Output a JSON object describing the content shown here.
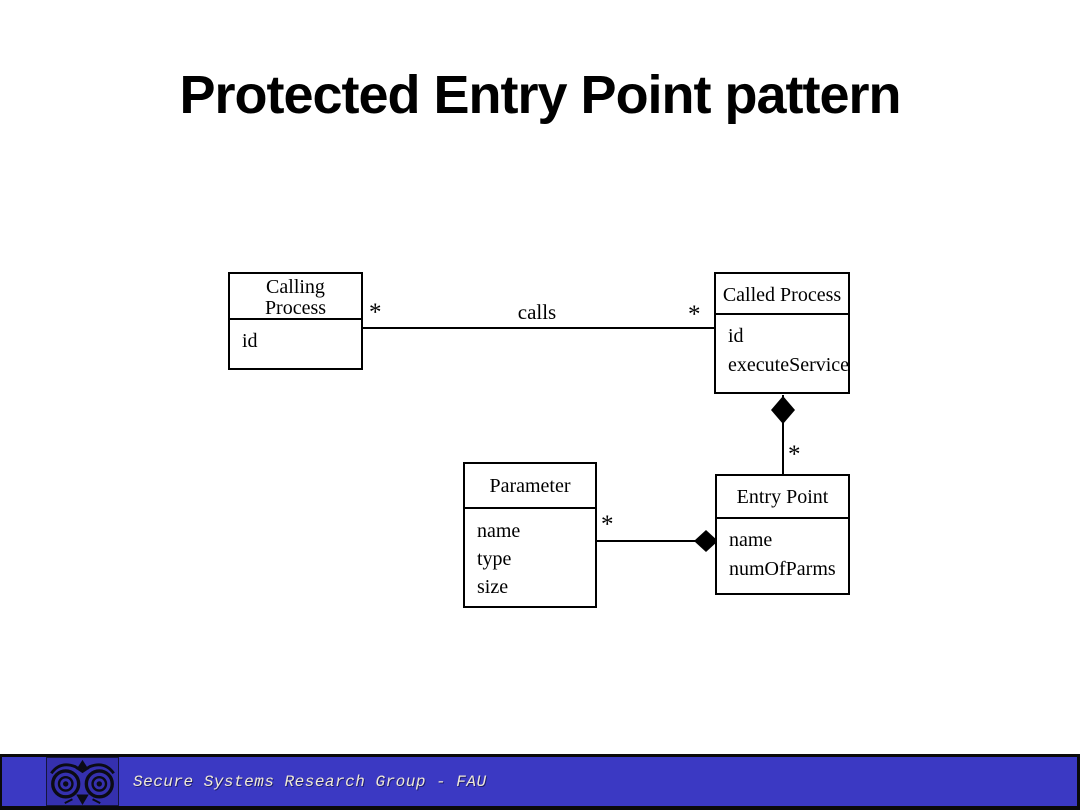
{
  "slide": {
    "title": "Protected Entry Point pattern"
  },
  "diagram": {
    "classes": [
      {
        "id": "calling-process",
        "name_lines": [
          "Calling",
          "Process"
        ],
        "attributes": [
          "id"
        ]
      },
      {
        "id": "called-process",
        "name_lines": [
          "Called Process"
        ],
        "attributes": [
          "id",
          "executeService"
        ]
      },
      {
        "id": "entry-point",
        "name_lines": [
          "Entry Point"
        ],
        "attributes": [
          "name",
          "numOfParms"
        ]
      },
      {
        "id": "parameter",
        "name_lines": [
          "Parameter"
        ],
        "attributes": [
          "name",
          "type",
          "size"
        ]
      }
    ],
    "associations": [
      {
        "type": "association",
        "label": "calls",
        "from": "Calling Process",
        "to": "Called Process",
        "from_mult": "*",
        "to_mult": "*"
      },
      {
        "type": "composition",
        "whole": "Called Process",
        "part": "Entry Point",
        "part_mult": "*"
      },
      {
        "type": "composition",
        "whole": "Entry Point",
        "part": "Parameter",
        "part_mult": "*"
      }
    ],
    "line_color": "#000000"
  },
  "footer": {
    "text": "Secure Systems Research Group - FAU",
    "logo": "owl-logo",
    "bar_color": "#3b39c3",
    "logo_bg_color": "#3530ae",
    "text_color": "#efe9d6"
  }
}
